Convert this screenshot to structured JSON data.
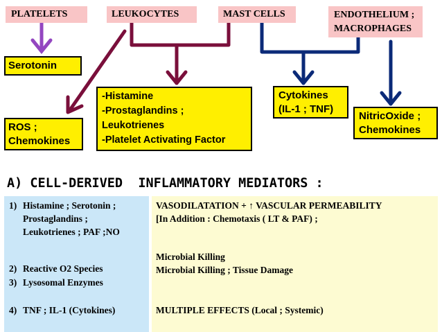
{
  "sources": {
    "platelets": "PLATELETS",
    "leukocytes": "LEUKOCYTES",
    "mast_cells": "MAST CELLS",
    "endothelium_line1": "ENDOTHELIUM ;",
    "endothelium_line2": "MACROPHAGES"
  },
  "mediators": {
    "serotonin": "Serotonin",
    "ros_line1": "ROS ;",
    "ros_line2": "Chemokines",
    "histamine_group": [
      "-Histamine",
      "-Prostaglandins ;",
      "Leukotrienes",
      "-Platelet Activating Factor"
    ],
    "cytokines_line1": "Cytokines",
    "cytokines_line2": "(IL-1 ; TNF)",
    "nitric_line1": "NitricOxide ;",
    "nitric_line2": "Chemokines"
  },
  "table": {
    "title": "A) CELL-DERIVED  INFLAMMATORY MEDIATORS :",
    "left": {
      "item1_num": "1)",
      "item1_lines": [
        "Histamine ; Serotonin ;",
        "Prostaglandins ;",
        "Leukotrienes ; PAF ;NO"
      ],
      "item2_num": "2)",
      "item2": "Reactive O2 Species",
      "item3_num": "3)",
      "item3": "Lysosomal Enzymes",
      "item4_num": "4)",
      "item4": "TNF ; IL-1 (Cytokines)"
    },
    "right": {
      "line1": "VASODILATATION + ↑ VASCULAR PERMEABILITY",
      "line2": "[In Addition : Chemotaxis ( LT & PAF) ;",
      "line3": "Microbial Killing",
      "line4": "Microbial Killing ; Tissue Damage",
      "line5": "MULTIPLE  EFFECTS (Local ; Systemic)"
    }
  },
  "colors": {
    "source_bg": "#f9c5c6",
    "mediator_bg": "#ffef00",
    "arrow_purple": "#9346c0",
    "arrow_maroon": "#7a0f3b",
    "arrow_navy": "#0b2a78",
    "table_left_bg": "#cbe7f8",
    "table_right_bg": "#fdfbd2"
  }
}
